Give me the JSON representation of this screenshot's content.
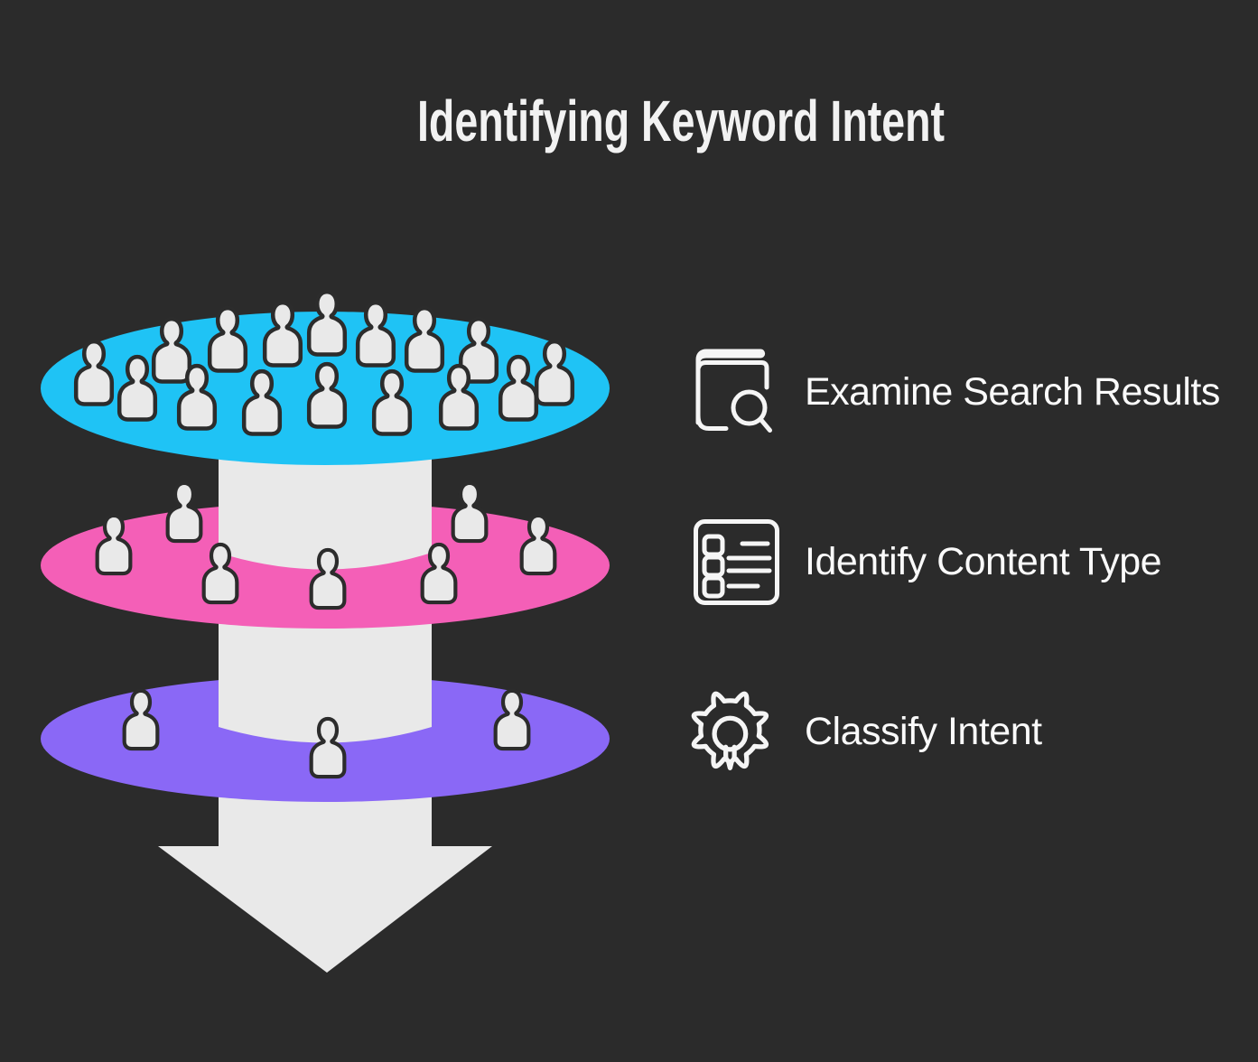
{
  "title": "Identifying Keyword Intent",
  "steps": [
    {
      "icon": "book-search-icon",
      "label": "Examine Search Results"
    },
    {
      "icon": "checklist-icon",
      "label": "Identify Content Type"
    },
    {
      "icon": "gear-lightbulb-icon",
      "label": "Classify Intent"
    }
  ],
  "funnel": {
    "layers": [
      {
        "name": "top-audience-disc",
        "color": "#1fc3f5",
        "people_count": 16
      },
      {
        "name": "middle-audience-disc",
        "color": "#f45fb7",
        "people_count": 7
      },
      {
        "name": "bottom-audience-disc",
        "color": "#8a68f6",
        "people_count": 3
      }
    ],
    "arrow_color": "#e9e9e9",
    "person_fill": "#e9e9e9",
    "person_stroke": "#2c2c2c"
  },
  "colors": {
    "background": "#2b2b2b",
    "title_text": "#f2f2f2",
    "label_text": "#fafafa",
    "icon_stroke": "#f5f5f5"
  }
}
